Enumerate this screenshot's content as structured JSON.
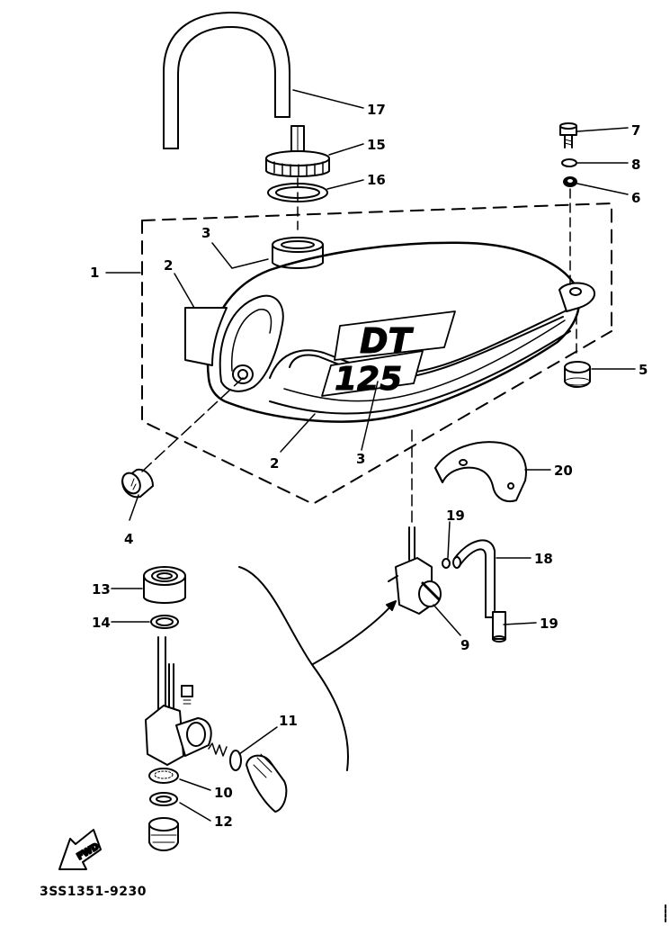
{
  "callouts": [
    {
      "id": "c1",
      "text": "1"
    },
    {
      "id": "c2a",
      "text": "2"
    },
    {
      "id": "c2b",
      "text": "2"
    },
    {
      "id": "c3a",
      "text": "3"
    },
    {
      "id": "c3b",
      "text": "3"
    },
    {
      "id": "c4",
      "text": "4"
    },
    {
      "id": "c5",
      "text": "5"
    },
    {
      "id": "c6",
      "text": "6"
    },
    {
      "id": "c7",
      "text": "7"
    },
    {
      "id": "c8",
      "text": "8"
    },
    {
      "id": "c9",
      "text": "9"
    },
    {
      "id": "c10",
      "text": "10"
    },
    {
      "id": "c11",
      "text": "11"
    },
    {
      "id": "c12",
      "text": "12"
    },
    {
      "id": "c13",
      "text": "13"
    },
    {
      "id": "c14",
      "text": "14"
    },
    {
      "id": "c15",
      "text": "15"
    },
    {
      "id": "c16",
      "text": "16"
    },
    {
      "id": "c17",
      "text": "17"
    },
    {
      "id": "c18",
      "text": "18"
    },
    {
      "id": "c19a",
      "text": "19"
    },
    {
      "id": "c19b",
      "text": "19"
    },
    {
      "id": "c20",
      "text": "20"
    }
  ],
  "tank_decal": {
    "line1": "DT",
    "line2": "125"
  },
  "fwd_label": "FWD",
  "diagram_code": "3SS1351-9230"
}
